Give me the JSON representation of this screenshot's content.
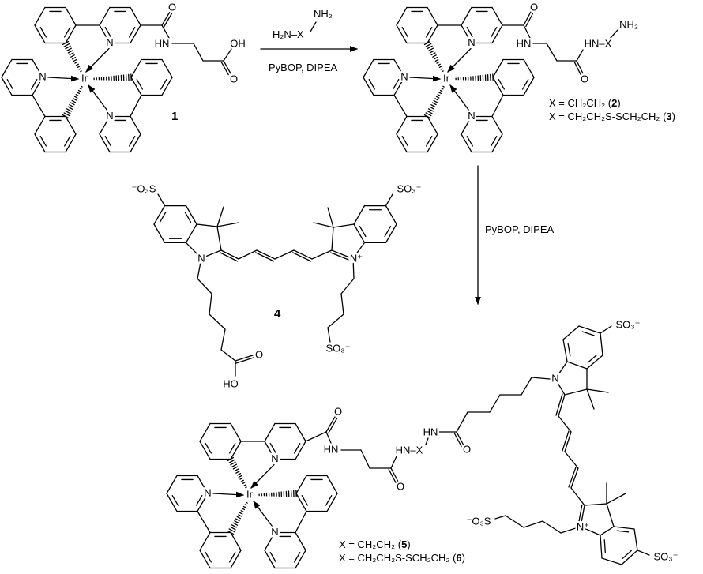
{
  "reagents": {
    "amine": "H₂N–X",
    "amine_nh2": "NH₂",
    "coupling_1": "PyBOP, DIPEA",
    "coupling_2": "PyBOP, DIPEA"
  },
  "atoms": {
    "ir": "Ir",
    "n": "N",
    "o": "O",
    "oh": "OH",
    "ho": "HO",
    "hn": "HN",
    "hn_x": "HN–X",
    "nh2": "NH₂",
    "n_plus": "N⁺",
    "so3": "SO₃⁻",
    "o3s": "⁻O₃S"
  },
  "compounds": {
    "c1": {
      "number": "1"
    },
    "c4": {
      "number": "4"
    },
    "c23": [
      {
        "x_def": "X = CH₂CH₂",
        "number": "2"
      },
      {
        "x_def": "X = CH₂CH₂S-SCH₂CH₂",
        "number": "3"
      }
    ],
    "c56": [
      {
        "x_def": "X = CH₂CH₂",
        "number": "5"
      },
      {
        "x_def": "X = CH₂CH₂S-SCH₂CH₂",
        "number": "6"
      }
    ]
  }
}
